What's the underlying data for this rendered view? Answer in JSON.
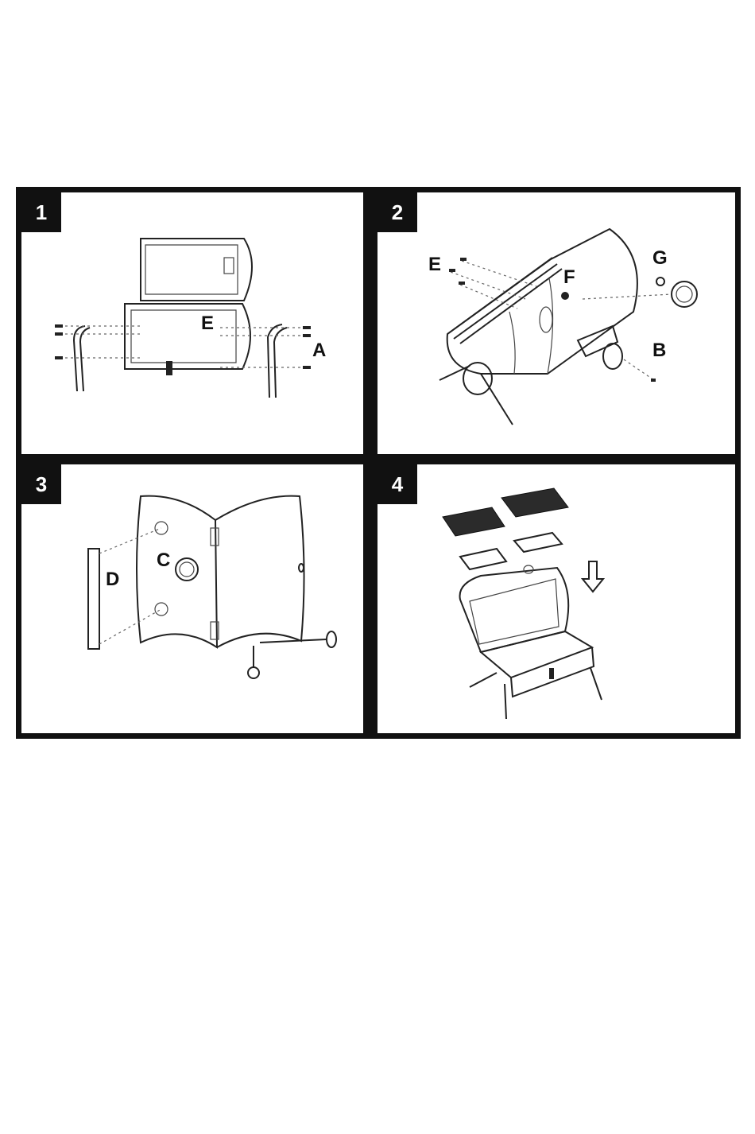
{
  "steps": [
    {
      "number": "1",
      "labels": {
        "E": "E",
        "A": "A"
      }
    },
    {
      "number": "2",
      "labels": {
        "E": "E",
        "F": "F",
        "G": "G",
        "B": "B"
      }
    },
    {
      "number": "3",
      "labels": {
        "C": "C",
        "D": "D"
      }
    },
    {
      "number": "4",
      "labels": {}
    }
  ]
}
